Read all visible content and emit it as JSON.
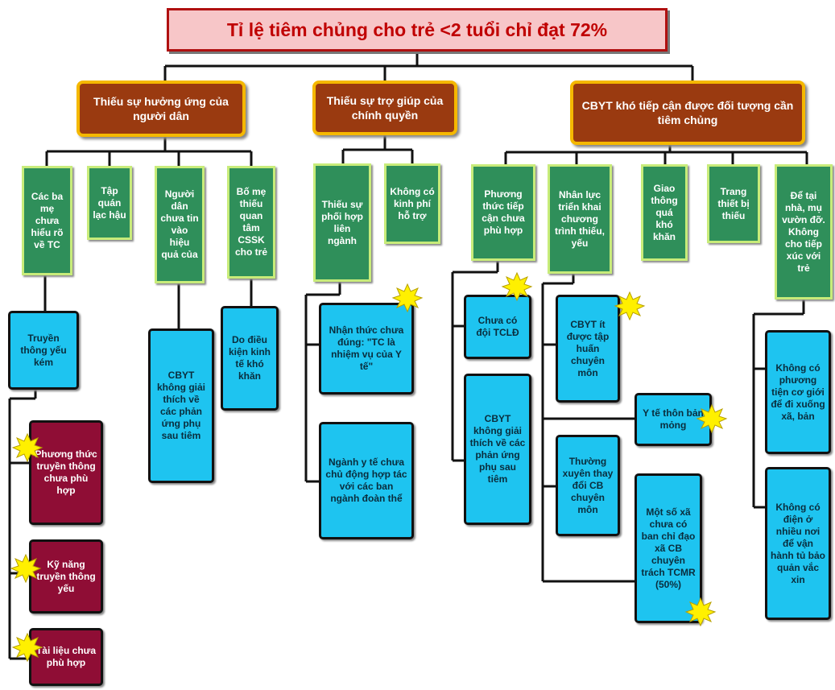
{
  "title": "Tỉ lệ tiêm chủng cho trẻ <2 tuổi chỉ đạt 72%",
  "level1": {
    "a": "Thiếu sự hưởng ứng của người dân",
    "b": "Thiếu sự trợ giúp của chính quyền",
    "c": "CBYT khó tiếp cận được đối tượng cần tiêm chủng"
  },
  "level2": {
    "a1": "Các ba mẹ chưa hiểu rõ về TC",
    "a2": "Tập quán lạc hậu",
    "a3": "Người dân chưa tin vào hiệu quả của",
    "a4": "Bố mẹ thiếu quan tâm CSSK cho trẻ",
    "b1": "Thiếu sự phối hợp liên ngành",
    "b2": "Không có kinh phí hỗ trợ",
    "c1": "Phương thức tiếp cận chưa phù hợp",
    "c2": "Nhân lực triển khai chương trình thiếu, yếu",
    "c3": "Giao thông quá khó khăn",
    "c4": "Trang thiết bị thiếu",
    "c5": "Để tại nhà, mụ vườn đỡ. Không cho tiếp xúc với trẻ"
  },
  "level3": {
    "a1_1": "Truyền thông yếu kém",
    "a3_1": "CBYT không giải thích về các phản ứng phụ sau tiêm",
    "a4_1": "Do điều kiện kinh tế khó khăn",
    "b1_1": "Nhận thức chưa đúng: \"TC là nhiệm vụ của Y tế\"",
    "b1_2": "Ngành y tế chưa chủ động hợp tác với các ban ngành đoàn thể",
    "c1_1": "Chưa có đội TCLĐ",
    "c1_2": "CBYT không giải thích về các phản ứng phụ sau tiêm",
    "c2_1": "CBYT ít được tập huấn chuyên môn",
    "c2_2": "Y tế thôn bản mỏng",
    "c2_3": "Thường xuyên thay đổi CB chuyên môn",
    "c2_4": "Một số xã chưa có ban chỉ đạo xã CB chuyên trách TCMR (50%)",
    "c5_1": "Không có phương tiện cơ giới để đi xuống xã, bản",
    "c5_2": "Không có điện ở nhiều nơi để vận hành tủ bảo quản vắc xin"
  },
  "level4": {
    "m1": "Phương thức truyền thông chưa phù hợp",
    "m2": "Kỹ năng truyền thông yếu",
    "m3": "Tài liệu chưa phù hợp"
  }
}
